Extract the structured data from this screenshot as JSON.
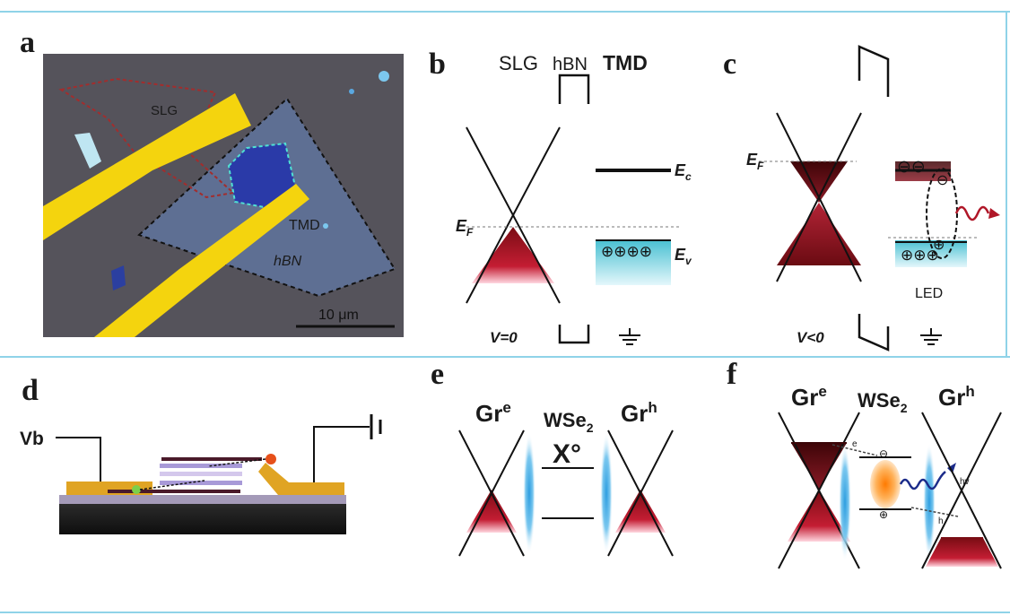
{
  "panels": {
    "a": {
      "label": "a",
      "regions": {
        "slg": "SLG",
        "tmd": "TMD",
        "hbn": "hBN"
      },
      "scalebar": "10 μm"
    },
    "b": {
      "label": "b",
      "title_slg": "SLG",
      "title_hbn": "hBN",
      "title_tmd": "TMD",
      "ef": "E",
      "ef_sub": "F",
      "ec": "E",
      "ec_sub": "c",
      "ev": "E",
      "ev_sub": "v",
      "holes": "⊕⊕⊕⊕",
      "bias": "V=0"
    },
    "c": {
      "label": "c",
      "ef": "E",
      "ef_sub": "F",
      "electrons": "⊖⊖",
      "holes": "⊕⊕⊕",
      "hole_single": "⊕",
      "electron_single": "⊖",
      "led": "LED",
      "bias": "V<0"
    },
    "d": {
      "label": "d",
      "vb": "Vb"
    },
    "e": {
      "label": "e",
      "gre": "Gr",
      "gre_sup": "e",
      "wse": "WSe",
      "wse_sub": "2",
      "grh": "Gr",
      "grh_sup": "h",
      "exciton": "X°"
    },
    "f": {
      "label": "f",
      "gre": "Gr",
      "gre_sup": "e",
      "wse": "WSe",
      "wse_sub": "2",
      "grh": "Gr",
      "grh_sup": "h",
      "e_label": "e",
      "h_label": "h",
      "hv": "hv",
      "minus": "⊖",
      "plus": "⊕"
    }
  },
  "colors": {
    "frame": "#8fd3e8",
    "graphene_fill": "#a0101e",
    "tmd_fill": "#5fcad8",
    "gold": "#f1c40f",
    "slg_red": "#c0392b",
    "tmd_cyan": "#2ec4c4"
  }
}
